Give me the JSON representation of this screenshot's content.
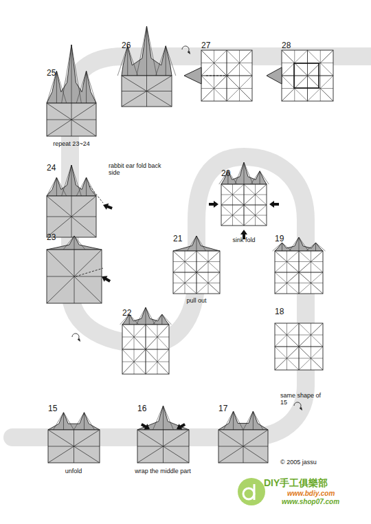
{
  "diagram": {
    "labels": [
      "25",
      "26",
      "27",
      "28",
      "repeat 23~24",
      "24",
      "rabbit ear fold back side",
      "20",
      "23",
      "21",
      "19",
      "sink fold",
      "pull out",
      "22",
      "18",
      "same shape of 15",
      "15",
      "16",
      "17",
      "unfold",
      "wrap the middle part",
      "© 2005 jassu",
      "DIY手工俱樂部",
      "www.bdiy.com",
      "www.shop07.com"
    ]
  }
}
